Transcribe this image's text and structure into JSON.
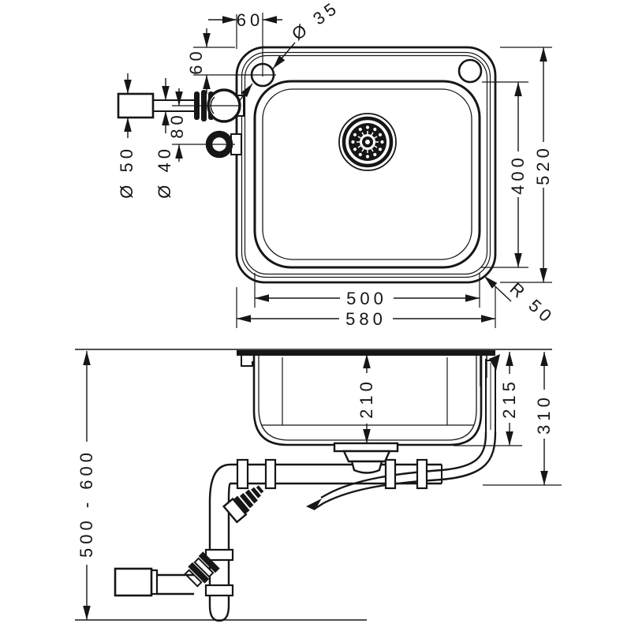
{
  "drawing": {
    "type": "technical-dimension-drawing",
    "subject": "kitchen sink with bowl, tap holes and drain set (top view and front section view)",
    "line_color": "#161616",
    "background_color": "#ffffff"
  },
  "top_view": {
    "hole_offset_x": "60",
    "hole_offset_y": "60",
    "tap_hole_diameter": "Ø 35",
    "outlet_spacing": "80",
    "outlet_diameter_outer": "Ø 50",
    "outlet_diameter_inner": "Ø 40",
    "bowl_length": "500",
    "overall_length": "580",
    "bowl_width": "400",
    "overall_width": "520",
    "corner_radius": "R 50"
  },
  "front_view": {
    "bowl_depth": "210",
    "depth_with_frame": "215",
    "overall_depth": "310",
    "installation_height": "500 - 600"
  }
}
